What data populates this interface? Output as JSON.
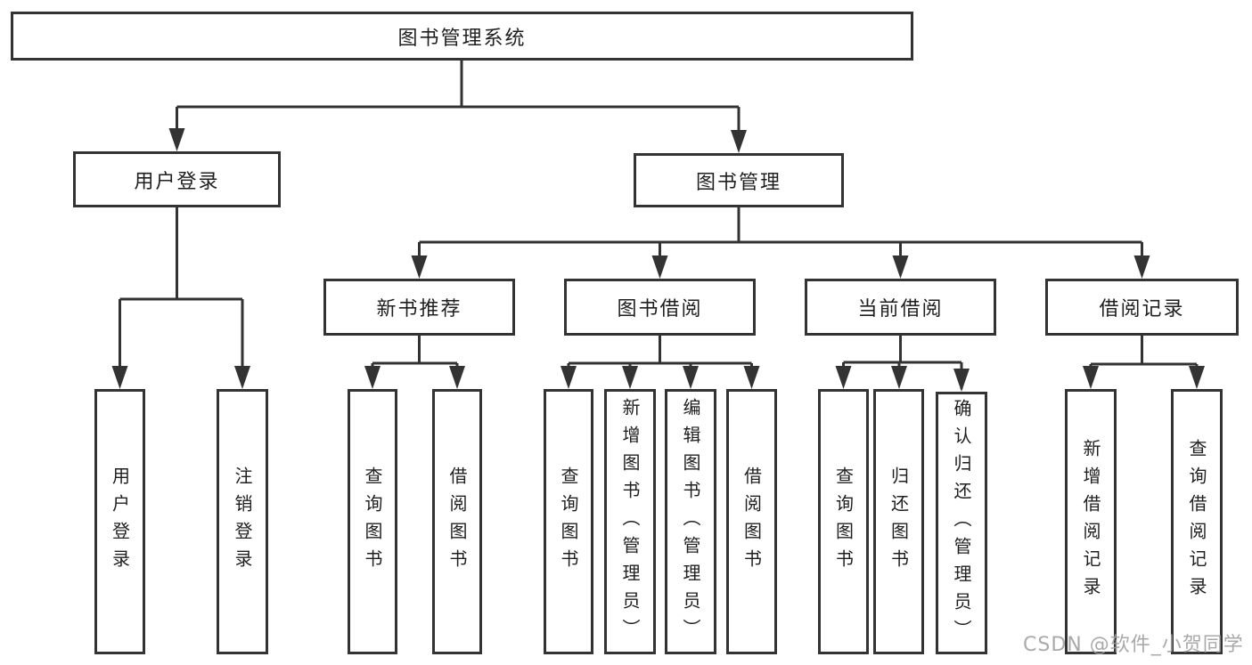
{
  "tree": {
    "root": {
      "label": "图书管理系统",
      "children": [
        {
          "label": "用户登录",
          "children": [
            {
              "label": "用户登录"
            },
            {
              "label": "注销登录"
            }
          ]
        },
        {
          "label": "图书管理",
          "children": [
            {
              "label": "新书推荐",
              "children": [
                {
                  "label": "查询图书"
                },
                {
                  "label": "借阅图书"
                }
              ]
            },
            {
              "label": "图书借阅",
              "children": [
                {
                  "label": "查询图书"
                },
                {
                  "label": "新增图书（管理员）"
                },
                {
                  "label": "编辑图书（管理员）"
                },
                {
                  "label": "借阅图书"
                }
              ]
            },
            {
              "label": "当前借阅",
              "children": [
                {
                  "label": "查询图书"
                },
                {
                  "label": "归还图书"
                },
                {
                  "label": "确认归还（管理员）"
                }
              ]
            },
            {
              "label": "借阅记录",
              "children": [
                {
                  "label": "新增借阅记录"
                },
                {
                  "label": "查询借阅记录"
                }
              ]
            }
          ]
        }
      ]
    }
  },
  "watermark": {
    "text": "CSDN @软件_小贺同学"
  },
  "colors": {
    "line": "#333333",
    "box_border": "#333333",
    "text": "#1f1f1f",
    "watermark": "#9e9e9e",
    "background": "#ffffff"
  }
}
